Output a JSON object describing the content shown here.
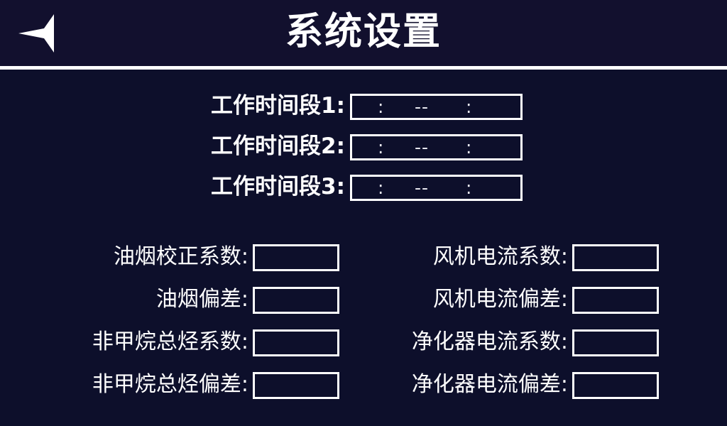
{
  "app": {
    "background_color": "#0d0f2b",
    "accent_color": "#ffffff"
  },
  "header": {
    "title": "系统设置",
    "back_icon": "back-arrow-icon",
    "divider_color": "#ffffff"
  },
  "time_section": {
    "rows": [
      {
        "label": "工作时间段1:",
        "value": {
          "colon1": ":",
          "dash": "--",
          "colon2": ":"
        },
        "start_time": "",
        "end_time": "",
        "placeholder": "  :   --   :  "
      },
      {
        "label": "工作时间段2:",
        "value": {
          "colon1": ":",
          "dash": "--",
          "colon2": ":"
        },
        "start_time": "",
        "end_time": "",
        "placeholder": "  :   --   :  "
      },
      {
        "label": "工作时间段3:",
        "value": {
          "colon1": ":",
          "dash": "--",
          "colon2": ":"
        },
        "start_time": "",
        "end_time": "",
        "placeholder": "  :   --   :  "
      }
    ]
  },
  "grid_section": {
    "rows": [
      {
        "left": {
          "label": "油烟校正系数:",
          "value": ""
        },
        "right": {
          "label": "风机电流系数:",
          "value": ""
        }
      },
      {
        "left": {
          "label": "油烟偏差:",
          "value": ""
        },
        "right": {
          "label": "风机电流偏差:",
          "value": ""
        }
      },
      {
        "left": {
          "label": "非甲烷总烃系数:",
          "value": ""
        },
        "right": {
          "label": "净化器电流系数:",
          "value": ""
        }
      },
      {
        "left": {
          "label": "非甲烷总烃偏差:",
          "value": ""
        },
        "right": {
          "label": "净化器电流偏差:",
          "value": ""
        }
      }
    ]
  }
}
